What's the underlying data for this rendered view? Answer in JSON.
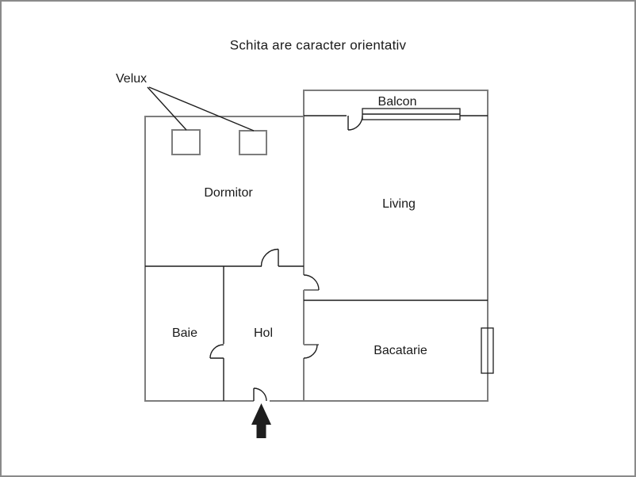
{
  "title": "Schita are caracter orientativ",
  "annotation": {
    "velux_label": "Velux",
    "velux_count": 2
  },
  "rooms": {
    "dormitor": "Dormitor",
    "balcon": "Balcon",
    "living": "Living",
    "baie": "Baie",
    "hol": "Hol",
    "bacatarie": "Bacatarie"
  },
  "symbols": {
    "entrance_arrow": "arrow pointing up into entrance door",
    "doors": [
      "balcony-door",
      "dormitor-door",
      "living-door",
      "bacatarie-door",
      "baie-door",
      "entrance-door"
    ],
    "windows": [
      "balcony-window",
      "bacatarie-window"
    ]
  },
  "colors": {
    "wall": "#7d7d7d",
    "line": "#1d1d1d",
    "background": "#ffffff",
    "border": "#8a8a8a",
    "arrow": "#1e1e1e",
    "text": "#1a1a1a"
  }
}
